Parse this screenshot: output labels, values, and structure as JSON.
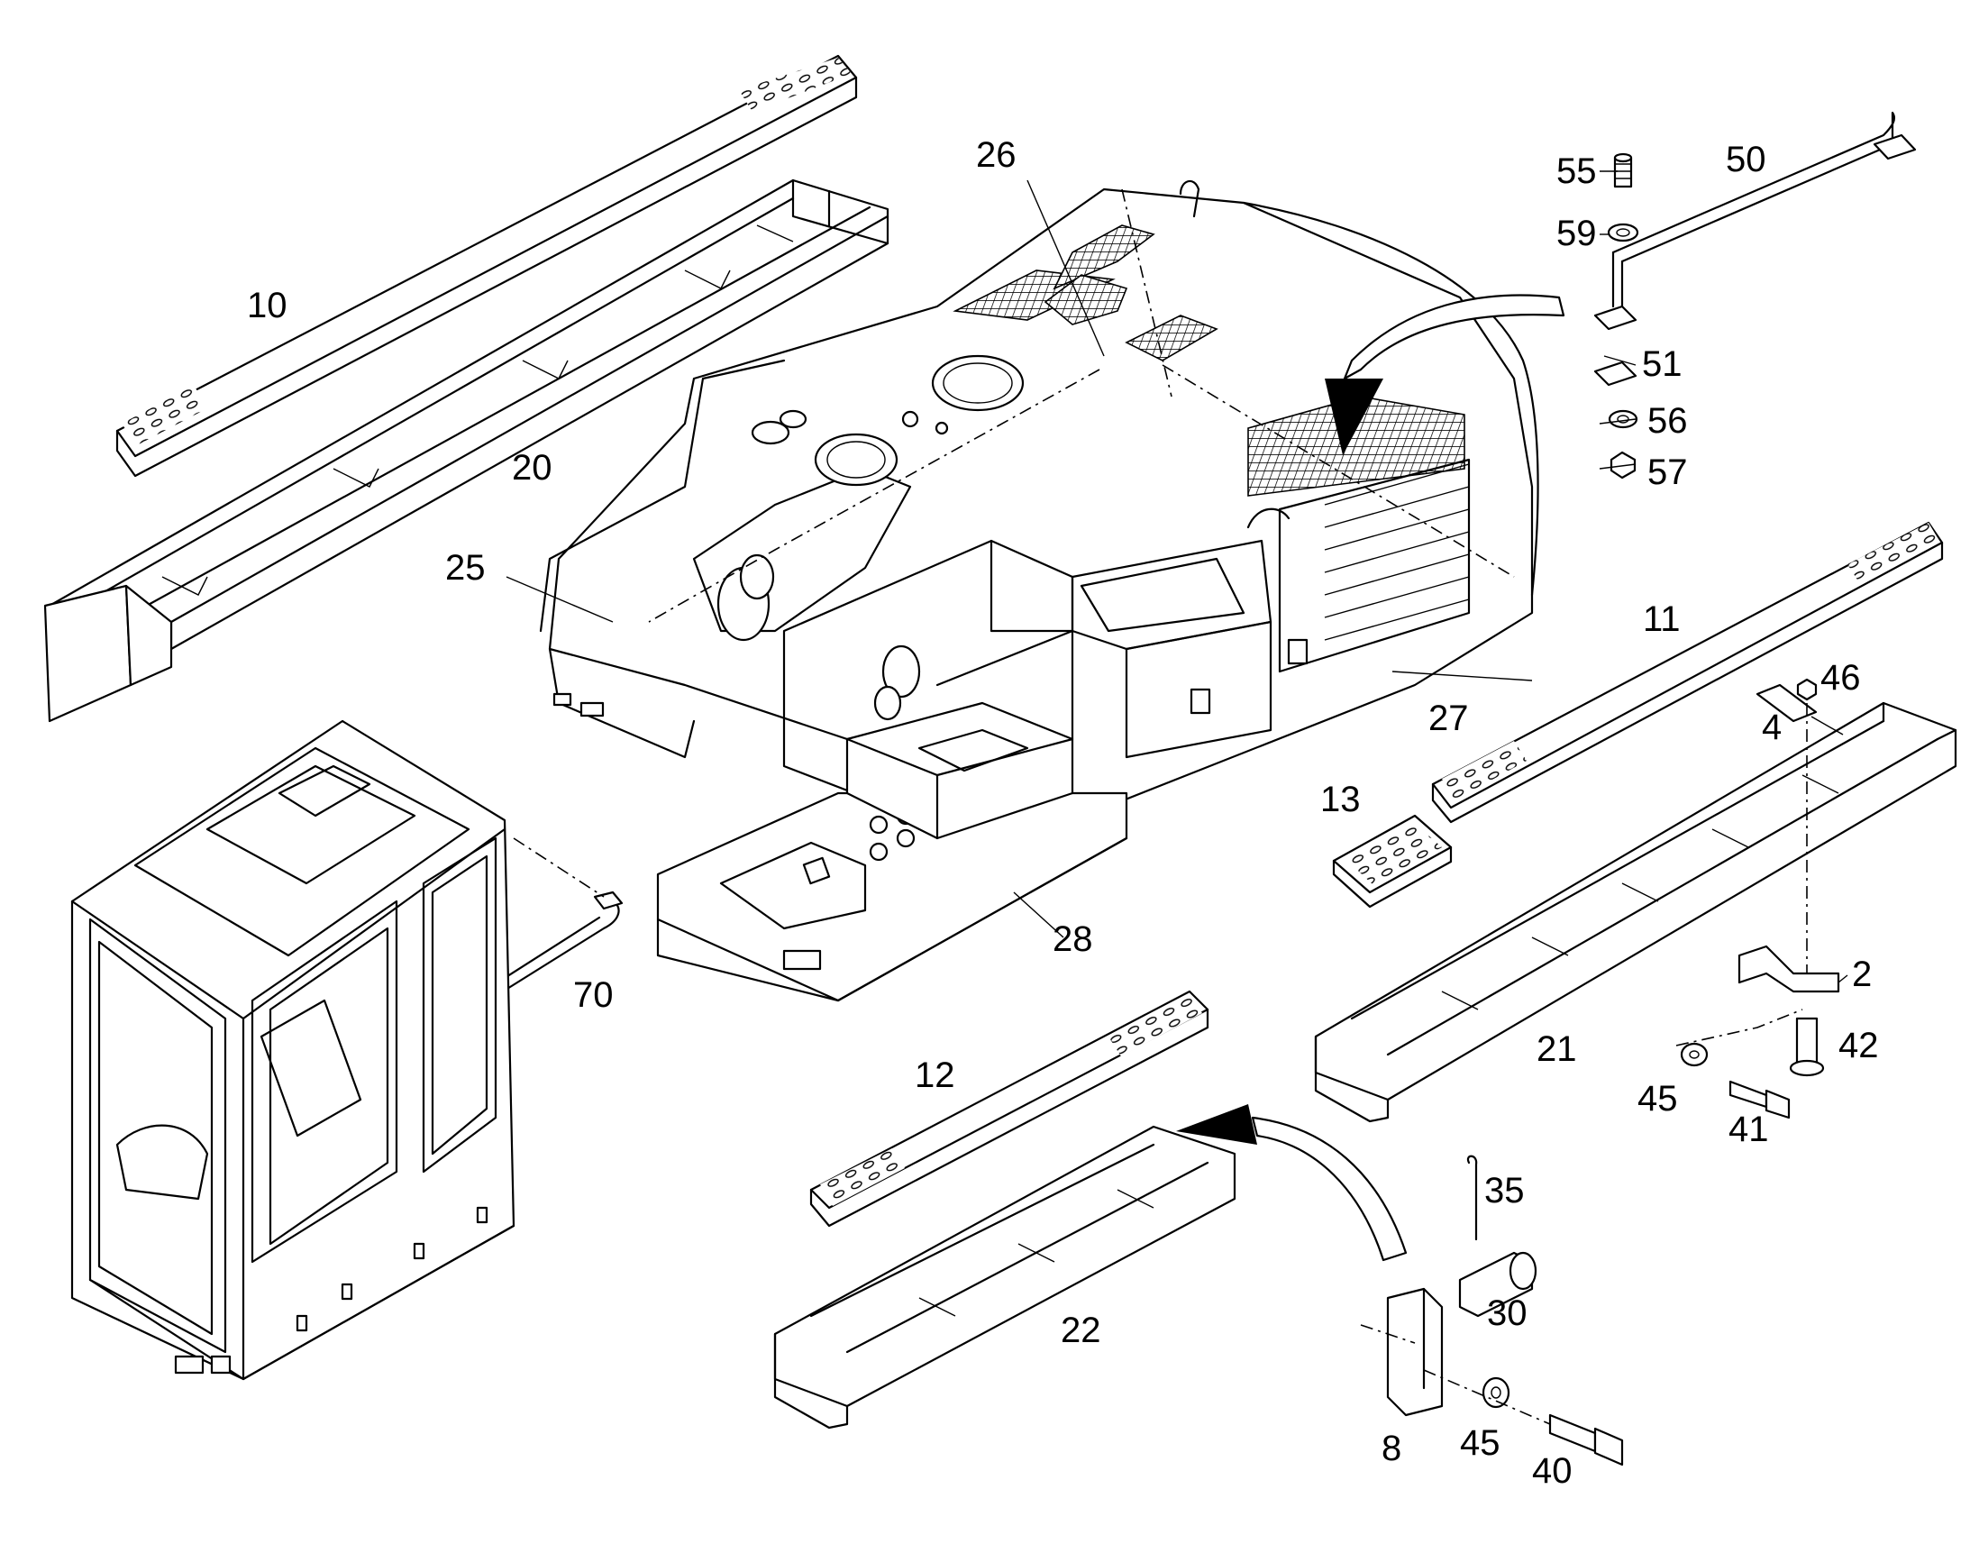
{
  "labels": {
    "p10": "10",
    "p20": "20",
    "p26": "26",
    "p55": "55",
    "p50": "50",
    "p59": "59",
    "p51": "51",
    "p56": "56",
    "p57": "57",
    "p25": "25",
    "p11": "11",
    "p46": "46",
    "p4": "4",
    "p27": "27",
    "p13": "13",
    "p28": "28",
    "p70": "70",
    "p2": "2",
    "p42": "42",
    "p21": "21",
    "p45a": "45",
    "p41": "41",
    "p12": "12",
    "p35": "35",
    "p30": "30",
    "p22": "22",
    "p8": "8",
    "p45b": "45",
    "p40": "40"
  },
  "colors": {
    "line": "#000000",
    "background": "#ffffff"
  }
}
